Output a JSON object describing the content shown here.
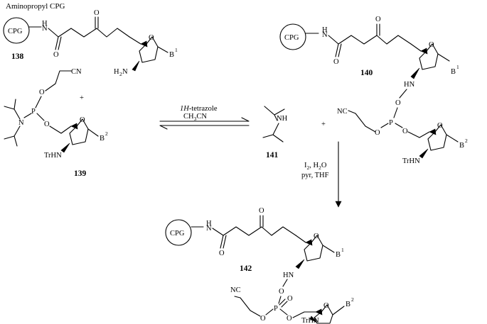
{
  "header": "Aminopropyl CPG",
  "labels": {
    "cpg": "CPG",
    "h": "H",
    "n": "N",
    "o": "O",
    "p": "P",
    "nh": "NH",
    "hn": "HN",
    "h2n": "H",
    "h2n_sub": "2",
    "h2n_n": "N",
    "cn": "CN",
    "nc": "NC",
    "trhn": "TrHN",
    "b": "B",
    "b1": "1",
    "b2": "2",
    "plus": "+"
  },
  "compounds": {
    "c138": "138",
    "c139": "139",
    "c140": "140",
    "c141": "141",
    "c142": "142"
  },
  "reaction1": {
    "cond_line1_italic": "1H",
    "cond_line1_rest": "-tetrazole",
    "cond_line2_a": "CH",
    "cond_line2_sub": "3",
    "cond_line2_b": "CN"
  },
  "reaction2": {
    "line1_a": "I",
    "line1_sub1": "2",
    "line1_b": ", H",
    "line1_sub2": "2",
    "line1_c": "O",
    "line2": "pyr, THF"
  }
}
